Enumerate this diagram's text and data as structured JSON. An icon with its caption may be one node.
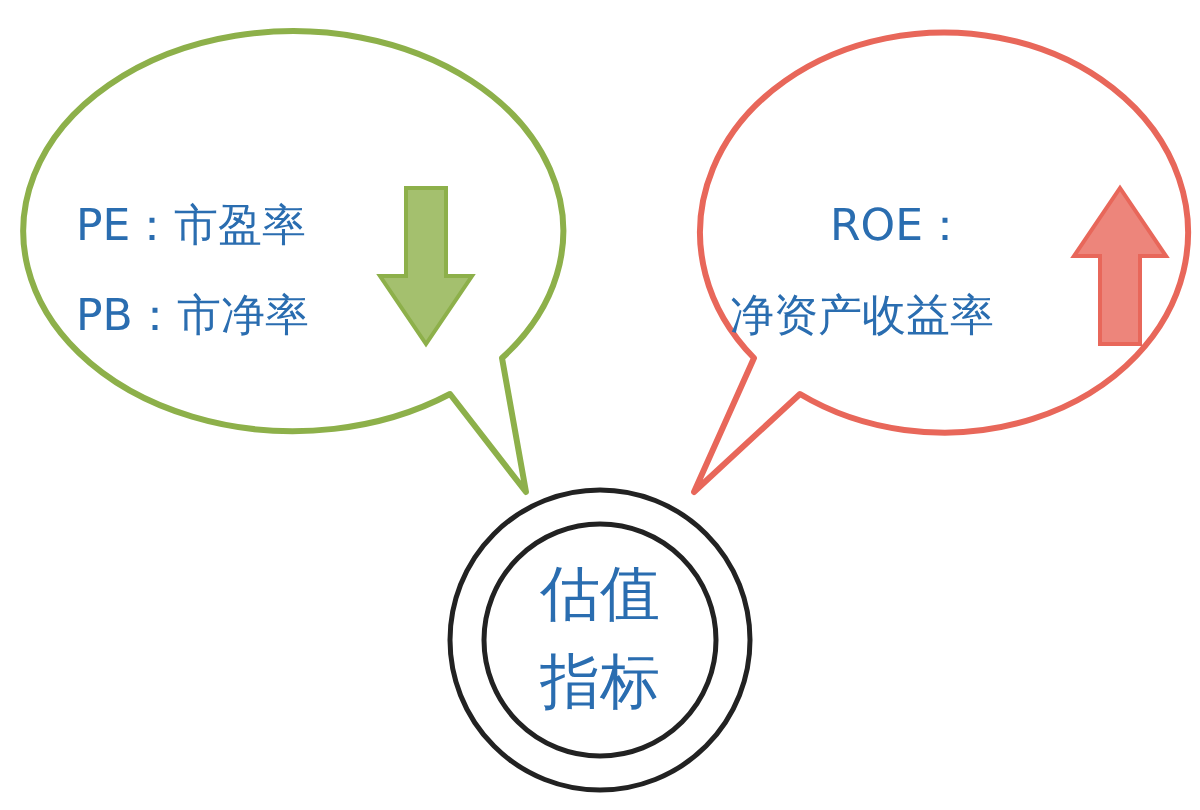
{
  "diagram": {
    "nodes": [
      {
        "text": [
          "PE：市盈率",
          "PB：市净率"
        ]
      },
      {
        "text": [
          "ROE：",
          "净资产收益率"
        ]
      },
      {
        "text": [
          "估值指标"
        ]
      }
    ]
  }
}
